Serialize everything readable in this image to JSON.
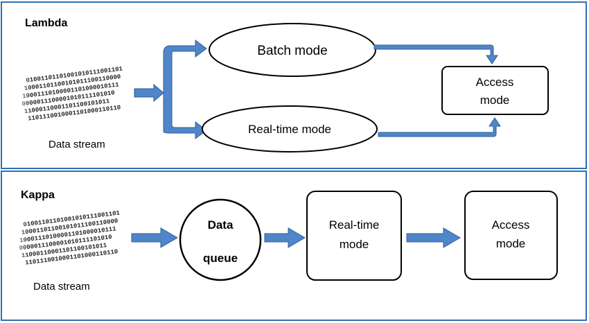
{
  "lambda": {
    "title": "Lambda",
    "data_stream_label": "Data stream",
    "batch_label": "Batch mode",
    "realtime_label": "Real-time mode",
    "access_line1": "Access",
    "access_line2": "mode"
  },
  "kappa": {
    "title": "Kappa",
    "data_stream_label": "Data stream",
    "queue_line1": "Data",
    "queue_line2": "queue",
    "realtime_line1": "Real-time",
    "realtime_line2": "mode",
    "access_line1": "Access",
    "access_line2": "mode"
  },
  "stream_bits": [
    "01001101101001010111001101",
    "10001101100101011100110000",
    "10001110100001101000010111",
    "0000011100001010111101010",
    "11000110001101100101011",
    "1101110010001101000110110"
  ],
  "colors": {
    "frame": "#2e6fb4",
    "arrow_fill": "#4f86c9",
    "arrow_stroke": "#2f5f99"
  }
}
